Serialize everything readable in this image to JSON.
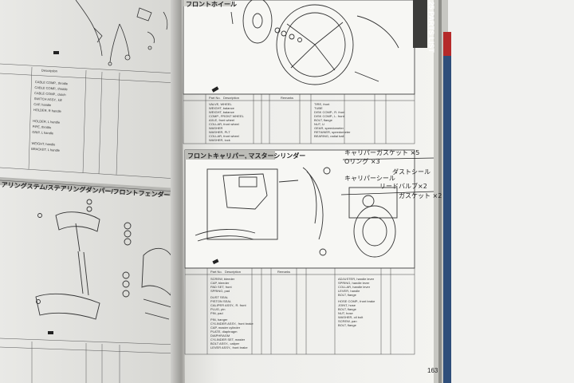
{
  "book": {
    "running_title": "R125 PARTS LIST",
    "page_number": "163"
  },
  "sections": {
    "front_wheel": "フロントホイール",
    "front_caliper_master": "フロントキャリパー, マスターシリンダー",
    "steering": "アリングステム/ステアリングダンパー/フロントフェンダー"
  },
  "handwritten_notes": [
    "キャリパーガスケット ×5",
    "Oリング ×3",
    "キャリパーシール",
    "ダストシール",
    "リードバルブ×2",
    "ガスケット ×2"
  ],
  "table_headers": {
    "part_no": "Part No.",
    "description": "Description",
    "remarks": "Remarks"
  },
  "left_page_rows": [
    "CABLE COMP., throttle",
    "CABLE COMP., throttle",
    "CABLE COMP., clutch",
    "SWITCH ASSY., kill",
    "CAP, handle",
    "HOLDER, R handle",
    "HOLDER, L handle",
    "PIPE, throttle",
    "GRIP, L handle",
    "WEIGHT, handle",
    "BRACKET, L handle"
  ],
  "wheel_rows": [
    "VALVE, WHEEL",
    "WEIGHT, balance",
    "WEIGHT, balance",
    "COMP., FRONT WHEEL",
    "AXLE, front wheel",
    "COLLAR, front wheel",
    "WASHER",
    "WASHER, PLT",
    "COLLAR, front wheel",
    "WASHER, lock"
  ],
  "wheel_rows_right": [
    "TIRE, front",
    "TUBE",
    "DISK COMP., R. front",
    "DISK COMP., L. front",
    "BOLT, flange",
    "NUT, U",
    "GEAR, speedometer",
    "RETAINER, speedometer",
    "BEARING, radial ball"
  ],
  "caliper_rows": [
    "SCREW, bleeder",
    "CAP, bleeder",
    "PAD SET, front",
    "SPRING, pad",
    "DUST SEAL",
    "PISTON SEAL",
    "CALIPER ASSY., R. front",
    "PLUG, pin",
    "PIN, pad"
  ],
  "master_rows": [
    "PIN, hanger",
    "CYLINDER ASSY., front brake",
    "CAP, master cylinder",
    "PLATE, diaphragm",
    "DIAPHRAGM",
    "CYLINDER SET, master",
    "BOLT ASSY., caliper",
    "LEVER ASSY., front brake"
  ],
  "hose_rows": [
    "ADJUSTER, handle lever",
    "SPRING, handle lever",
    "COLLAR, handle lever",
    "LEVER, handle",
    "BOLT, flange",
    "HOSE COMP., front brake",
    "JOINT, hose",
    "BOLT, flange",
    "NUT, hose",
    "WASHER, oil bolt",
    "SCREW, pan",
    "BOLT, flange"
  ]
}
